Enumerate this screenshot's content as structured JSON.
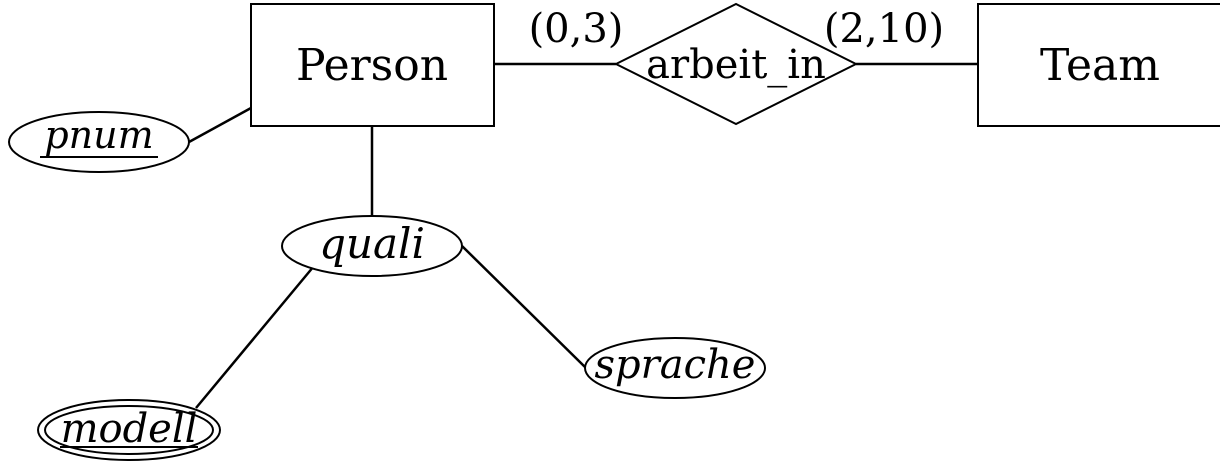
{
  "entities": {
    "person": "Person",
    "team": "Team"
  },
  "relationship": {
    "name": "arbeit_in",
    "card_person": "(0,3)",
    "card_team": "(2,10)"
  },
  "attributes": {
    "pnum": "pnum",
    "quali": "quali",
    "modell": "modell",
    "sprache": "sprache"
  }
}
